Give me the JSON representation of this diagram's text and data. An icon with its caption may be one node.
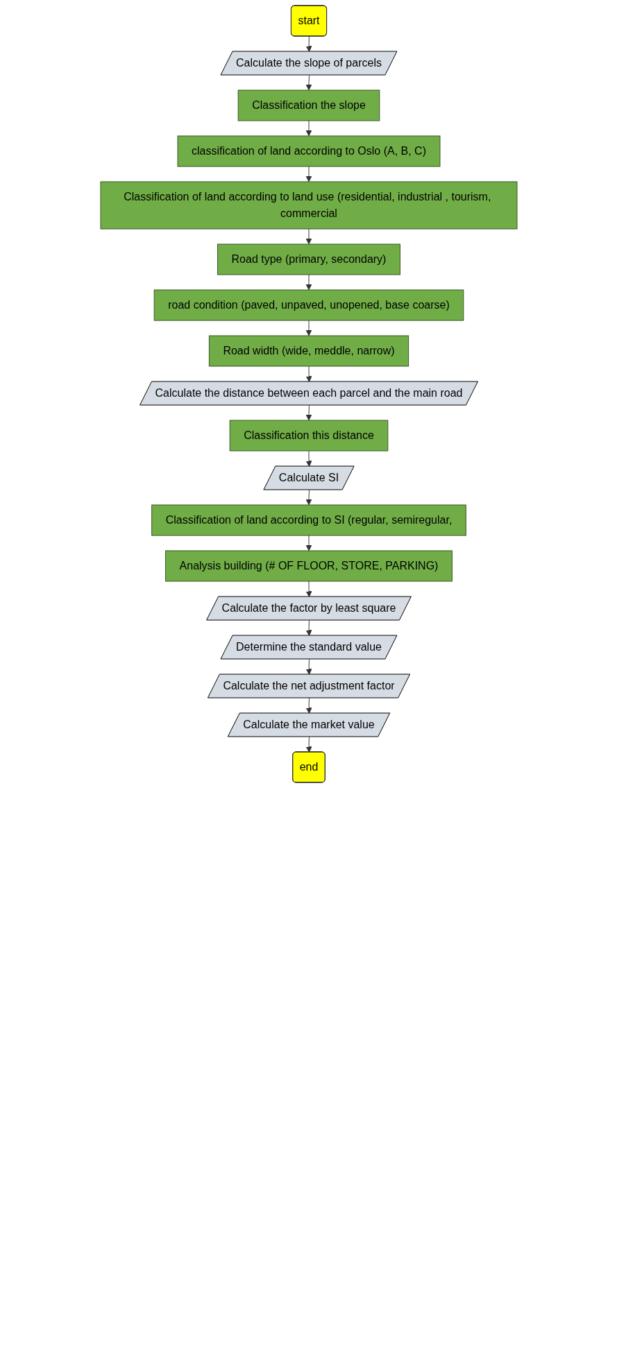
{
  "diagram": {
    "nodes": [
      {
        "text": [
          "start"
        ]
      },
      {
        "text": [
          "Calculate the slope of parcels"
        ]
      },
      {
        "text": [
          "Classification the slope"
        ]
      },
      {
        "text": [
          "classification of land according to Oslo (A, B, C)"
        ]
      },
      {
        "text": [
          "Classification of land according to land use (residential, industrial , tourism, commercial"
        ]
      },
      {
        "text": [
          "Road type (primary, secondary)"
        ]
      },
      {
        "text": [
          "road condition (paved, unpaved, unopened, base coarse)"
        ]
      },
      {
        "text": [
          "Road width (wide, meddle, narrow)"
        ]
      },
      {
        "text": [
          "Calculate the distance between each parcel and the main road"
        ]
      },
      {
        "text": [
          "Classification this distance"
        ]
      },
      {
        "text": [
          "Calculate SI"
        ]
      },
      {
        "text": [
          "Classification of land according to SI (regular, semiregular,"
        ]
      },
      {
        "text": [
          "Analysis building (# OF FLOOR, STORE, PARKING)"
        ]
      },
      {
        "text": [
          "Calculate the factor by least square"
        ]
      },
      {
        "text": [
          "Determine the standard value"
        ]
      },
      {
        "text": [
          "Calculate the net adjustment factor"
        ]
      },
      {
        "text": [
          "Calculate the market value"
        ]
      },
      {
        "text": [
          "end"
        ]
      }
    ],
    "edges": [
      {
        "from": 0,
        "to": 1,
        "arrow": "to"
      },
      {
        "from": 1,
        "to": 2,
        "arrow": "to"
      },
      {
        "from": 2,
        "to": 3,
        "arrow": "to"
      },
      {
        "from": 3,
        "to": 4,
        "arrow": "to"
      },
      {
        "from": 4,
        "to": 5,
        "arrow": "to"
      },
      {
        "from": 5,
        "to": 6,
        "arrow": "to"
      },
      {
        "from": 6,
        "to": 7,
        "arrow": "to"
      },
      {
        "from": 7,
        "to": 8,
        "arrow": "to"
      },
      {
        "from": 8,
        "to": 9,
        "arrow": "to"
      },
      {
        "from": 9,
        "to": 10,
        "arrow": "to"
      },
      {
        "from": 10,
        "to": 11,
        "arrow": "to"
      },
      {
        "from": 11,
        "to": 12,
        "arrow": "to"
      },
      {
        "from": 12,
        "to": 13,
        "arrow": "to"
      },
      {
        "from": 13,
        "to": 14,
        "arrow": "to"
      },
      {
        "from": 14,
        "to": 15,
        "arrow": "to"
      },
      {
        "from": 15,
        "to": 16,
        "arrow": "to"
      },
      {
        "from": 16,
        "to": 17,
        "arrow": "to"
      }
    ]
  }
}
